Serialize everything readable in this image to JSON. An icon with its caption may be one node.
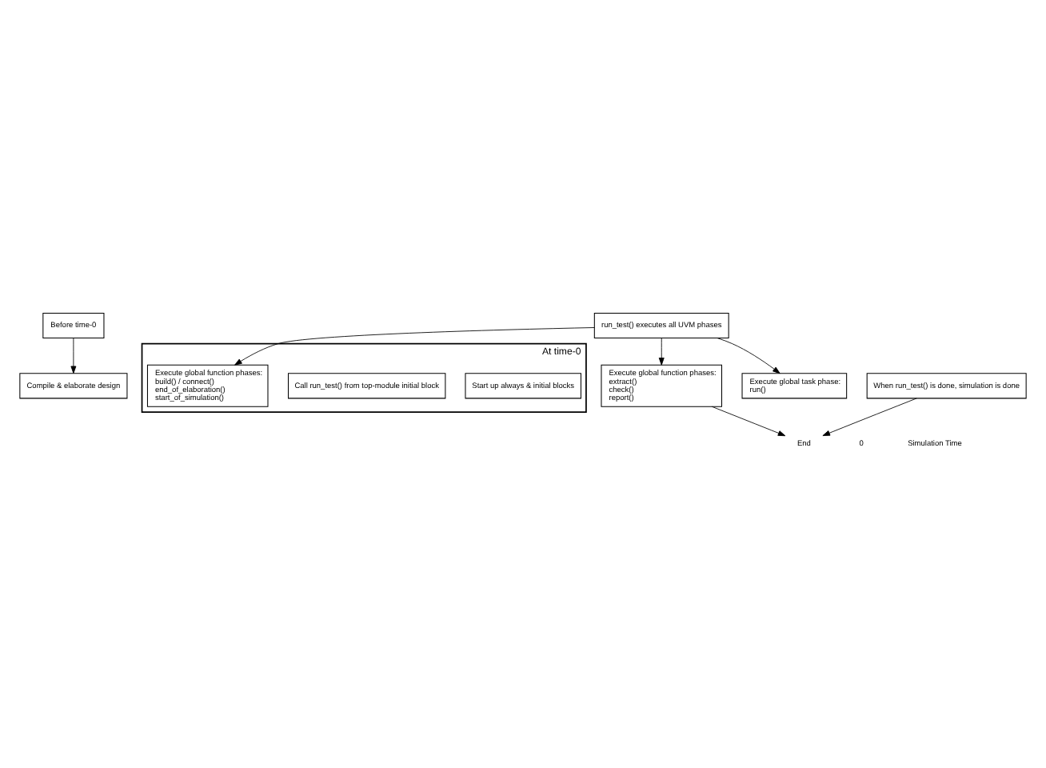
{
  "diagram": {
    "nodes": [
      {
        "text": [
          "Before time-0"
        ]
      },
      {
        "text": [
          "Compile & elaborate design"
        ]
      },
      {
        "text": [
          "At time-0"
        ]
      },
      {
        "text": [
          "Start up always & initial blocks"
        ],
        "in": 2
      },
      {
        "text": [
          "Call run_test() from top-module initial block"
        ],
        "in": 2
      },
      {
        "text": [
          "Execute global function phases:",
          "build() / connect()",
          "end_of_elaboration()",
          "start_of_simulation()"
        ],
        "in": 2
      },
      {
        "text": [
          "run_test() executes all UVM phases"
        ]
      },
      {
        "text": [
          "Execute global function phases:",
          "extract()",
          "check()",
          "report()"
        ]
      },
      {
        "text": [
          "Execute global task phase:",
          "run()"
        ]
      },
      {
        "text": [
          "When run_test() is done, simulation is done"
        ]
      },
      {
        "text": [
          "End"
        ]
      }
    ],
    "edges": [
      {
        "from": 0,
        "to": 1,
        "arrow": "to"
      },
      {
        "from": 6,
        "to": 5,
        "arrow": "to"
      },
      {
        "from": 6,
        "to": 8,
        "arrow": "to"
      },
      {
        "from": 6,
        "to": 7,
        "arrow": "to"
      },
      {
        "from": 7,
        "to": 10,
        "arrow": "to"
      },
      {
        "from": 9,
        "to": 10,
        "arrow": "to"
      }
    ],
    "labels": [
      "0",
      "Simulation Time"
    ]
  }
}
